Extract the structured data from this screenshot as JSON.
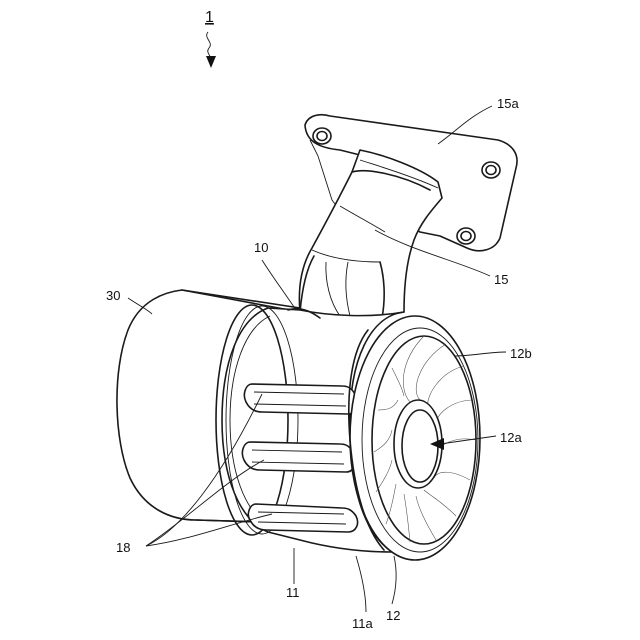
{
  "figure_number": "1",
  "labels": {
    "l15a": "15a",
    "l15": "15",
    "l10": "10",
    "l30": "30",
    "l12b": "12b",
    "l12a": "12a",
    "l18": "18",
    "l11": "11",
    "l11a": "11a",
    "l12": "12"
  }
}
